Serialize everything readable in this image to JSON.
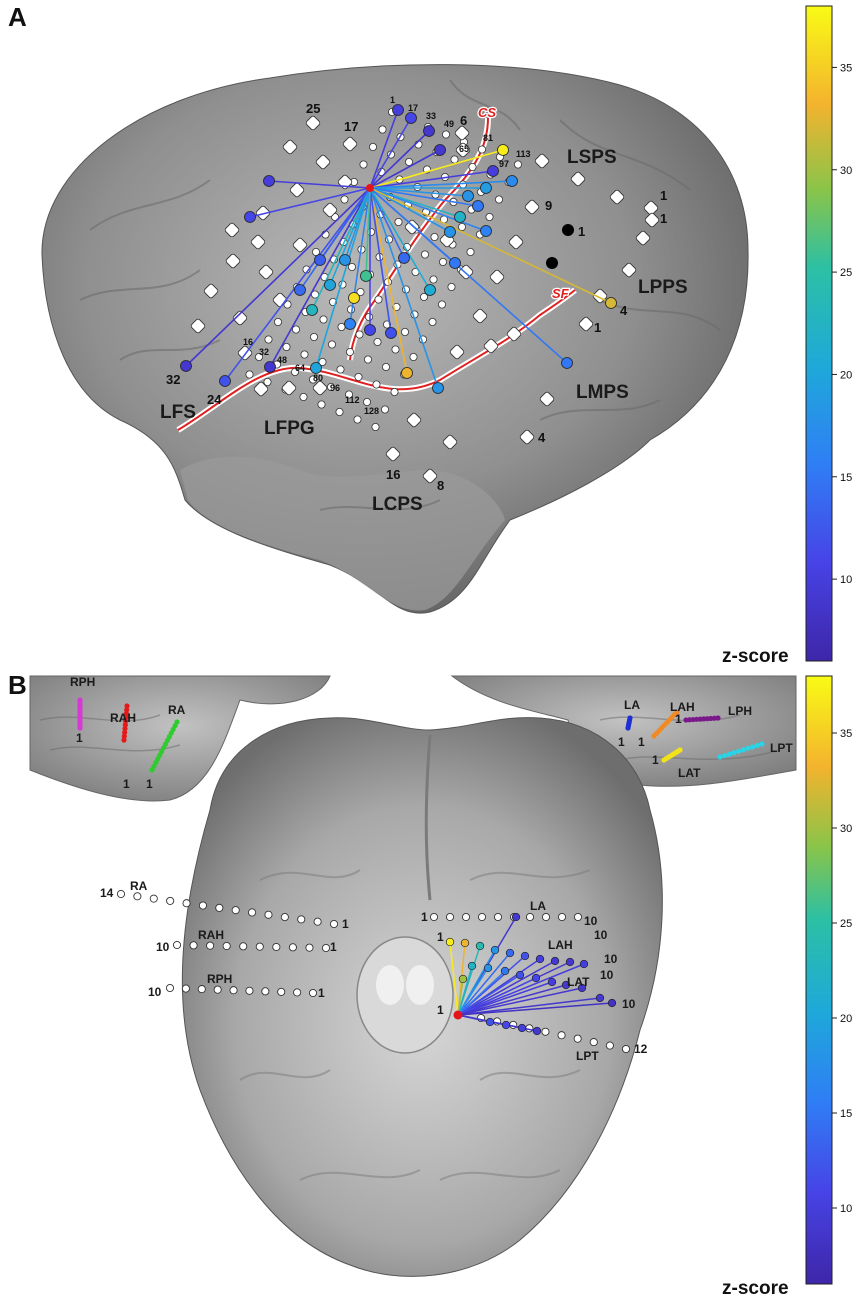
{
  "panel_a": {
    "letter": "A",
    "regions": {
      "lsps": "LSPS",
      "lpps": "LPPS",
      "lmps": "LMPS",
      "lcps": "LCPS",
      "lfs": "LFS",
      "lfpg": "LFPG"
    },
    "sulci": {
      "cs": "CS",
      "sf": "SF"
    },
    "grid_labels": [
      "1",
      "17",
      "33",
      "49",
      "65",
      "81",
      "97",
      "113",
      "16",
      "32",
      "48",
      "64",
      "80",
      "96",
      "112",
      "128"
    ],
    "strip_labels": [
      "25",
      "17",
      "6",
      "9",
      "1",
      "1",
      "1",
      "4",
      "1",
      "32",
      "24",
      "16",
      "8",
      "4"
    ],
    "colorbar": {
      "ticks": [
        "35",
        "30",
        "25",
        "20",
        "15",
        "10"
      ],
      "label": "z-score",
      "vmin": 6,
      "vmax": 38
    }
  },
  "panel_b": {
    "letter": "B",
    "inset_right_labels": [
      "RPH",
      "RAH",
      "RA"
    ],
    "inset_left_labels": [
      "LA",
      "LAH",
      "LPH",
      "LAT",
      "LPT"
    ],
    "inset_numbers_right": [
      "1",
      "1",
      "1"
    ],
    "inset_numbers_left": [
      "1",
      "1",
      "1",
      "1"
    ],
    "right_depth": [
      {
        "name": "RA",
        "start": "14",
        "end": "1"
      },
      {
        "name": "RAH",
        "start": "10",
        "end": "1"
      },
      {
        "name": "RPH",
        "start": "10",
        "end": "1"
      }
    ],
    "left_depth": [
      {
        "name": "LA",
        "start": "1",
        "end": "10"
      },
      {
        "name": "LAH",
        "start": "1",
        "end": "10"
      },
      {
        "name": "LAT",
        "start": "",
        "end": "10"
      },
      {
        "name": "LPT",
        "start": "1",
        "end": "12"
      }
    ],
    "extra_labels": [
      "10",
      "10"
    ],
    "colorbar": {
      "ticks": [
        "35",
        "30",
        "25",
        "20",
        "15",
        "10"
      ],
      "label": "z-score",
      "vmin": 6,
      "vmax": 38
    }
  },
  "colors": {
    "stim_site": "#e4141b",
    "inactive_contact": "#ffffff",
    "black_contact": "#000000",
    "RPH": "#d63ad6",
    "RAH": "#e41a1a",
    "RA": "#2ecc2e",
    "LA": "#1f2fd6",
    "LAH": "#f08a24",
    "LPH": "#7a1a8a",
    "LAT": "#f2e21a",
    "LPT": "#28d4e6"
  }
}
